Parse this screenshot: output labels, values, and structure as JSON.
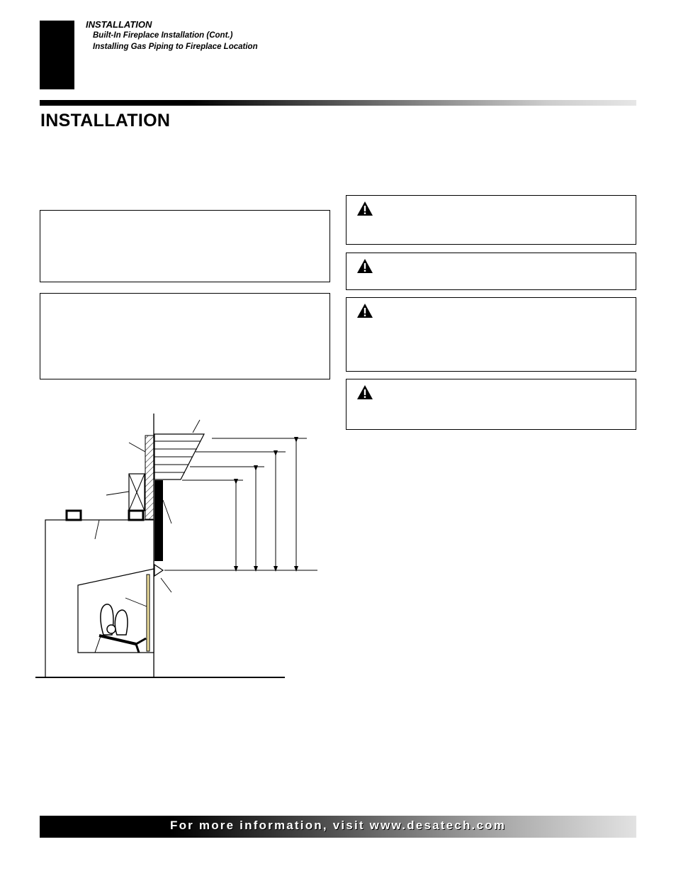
{
  "header": {
    "section": "INSTALLATION",
    "subsections": [
      "Built-In Fireplace Installation (Cont.)",
      "Installing Gas Piping to Fireplace Location"
    ]
  },
  "page_title": "INSTALLATION",
  "footer": {
    "text": "For more information, visit www.desatech.com"
  }
}
